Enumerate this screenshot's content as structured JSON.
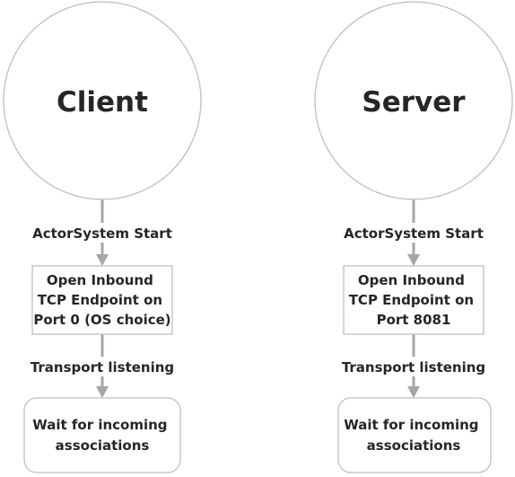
{
  "columns": [
    {
      "id": "client",
      "title": "Client",
      "start_label": "ActorSystem Start",
      "endpoint_lines": [
        "Open Inbound",
        "TCP Endpoint on",
        "Port 0 (OS choice)"
      ],
      "listening_label": "Transport listening",
      "wait_lines": [
        "Wait for incoming",
        "associations"
      ]
    },
    {
      "id": "server",
      "title": "Server",
      "start_label": "ActorSystem Start",
      "endpoint_lines": [
        "Open Inbound",
        "TCP Endpoint on",
        "Port 8081"
      ],
      "listening_label": "Transport listening",
      "wait_lines": [
        "Wait for incoming",
        "associations"
      ]
    }
  ]
}
